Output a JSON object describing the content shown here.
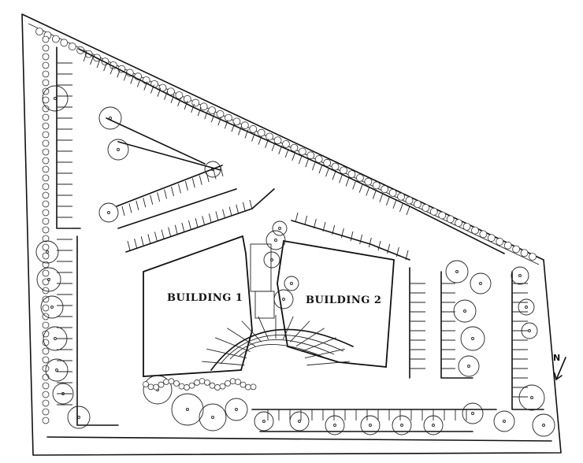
{
  "buildings": [
    {
      "id": "building-1",
      "label": "BUILDING 1"
    },
    {
      "id": "building-2",
      "label": "BUILDING 2"
    }
  ],
  "north_arrow": {
    "letter": "N"
  }
}
